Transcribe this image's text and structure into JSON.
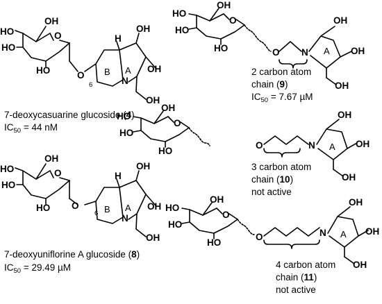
{
  "atoms": {
    "oh": "OH",
    "ho": "HO",
    "o": "O",
    "n": "N",
    "h": "H"
  },
  "ring_labels": {
    "a": "A",
    "b": "B",
    "position_6": "6"
  },
  "compounds": [
    {
      "name": "7-deoxycasuarine glucoside (",
      "number": "4",
      "name_close": ")",
      "ic50_prefix": "IC",
      "ic50_sub": "50",
      "ic50_value": " = 44 nM"
    },
    {
      "name": "7-deoxyuniflorine A glucoside (",
      "number": "8",
      "name_close": ")",
      "ic50_prefix": "IC",
      "ic50_sub": "50",
      "ic50_value": " = 29.49 µM"
    },
    {
      "line1": "2 carbon atom",
      "line2_prefix": "chain (",
      "number": "9",
      "line2_close": ")",
      "ic50_prefix": "IC",
      "ic50_sub": "50",
      "ic50_value": " = 7.67 µM"
    },
    {
      "line1": "3 carbon atom",
      "line2_prefix": "chain (",
      "number": "10",
      "line2_close": ")",
      "activity": "not active"
    },
    {
      "line1": "4 carbon atom",
      "line2_prefix": "chain (",
      "number": "11",
      "line2_close": ")",
      "activity": "not active"
    }
  ]
}
